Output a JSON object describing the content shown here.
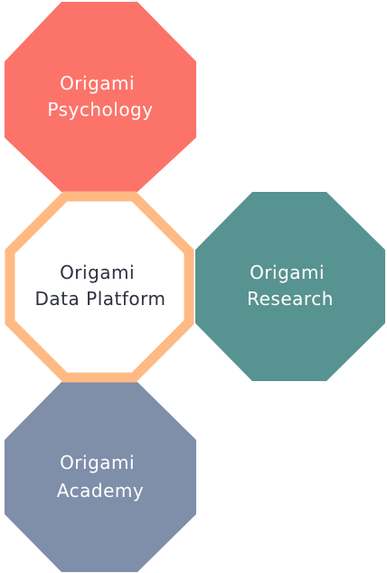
{
  "nodes": [
    {
      "id": "psychology",
      "line1": "Origami",
      "line2": "Psychology",
      "fill": "#FC7369",
      "text_color": "#FFFFFF"
    },
    {
      "id": "data-platform",
      "line1": "Origami",
      "line2": "Data Platform",
      "fill": "#FFFFFF",
      "outline": "#FFBA84",
      "text_color": "#2D3140"
    },
    {
      "id": "research",
      "line1": "Origami",
      "line2": "Research",
      "fill": "#579390",
      "text_color": "#FFFFFF"
    },
    {
      "id": "academy",
      "line1": "Origami",
      "line2": "Academy",
      "fill": "#7F8EA9",
      "text_color": "#FFFFFF"
    }
  ]
}
